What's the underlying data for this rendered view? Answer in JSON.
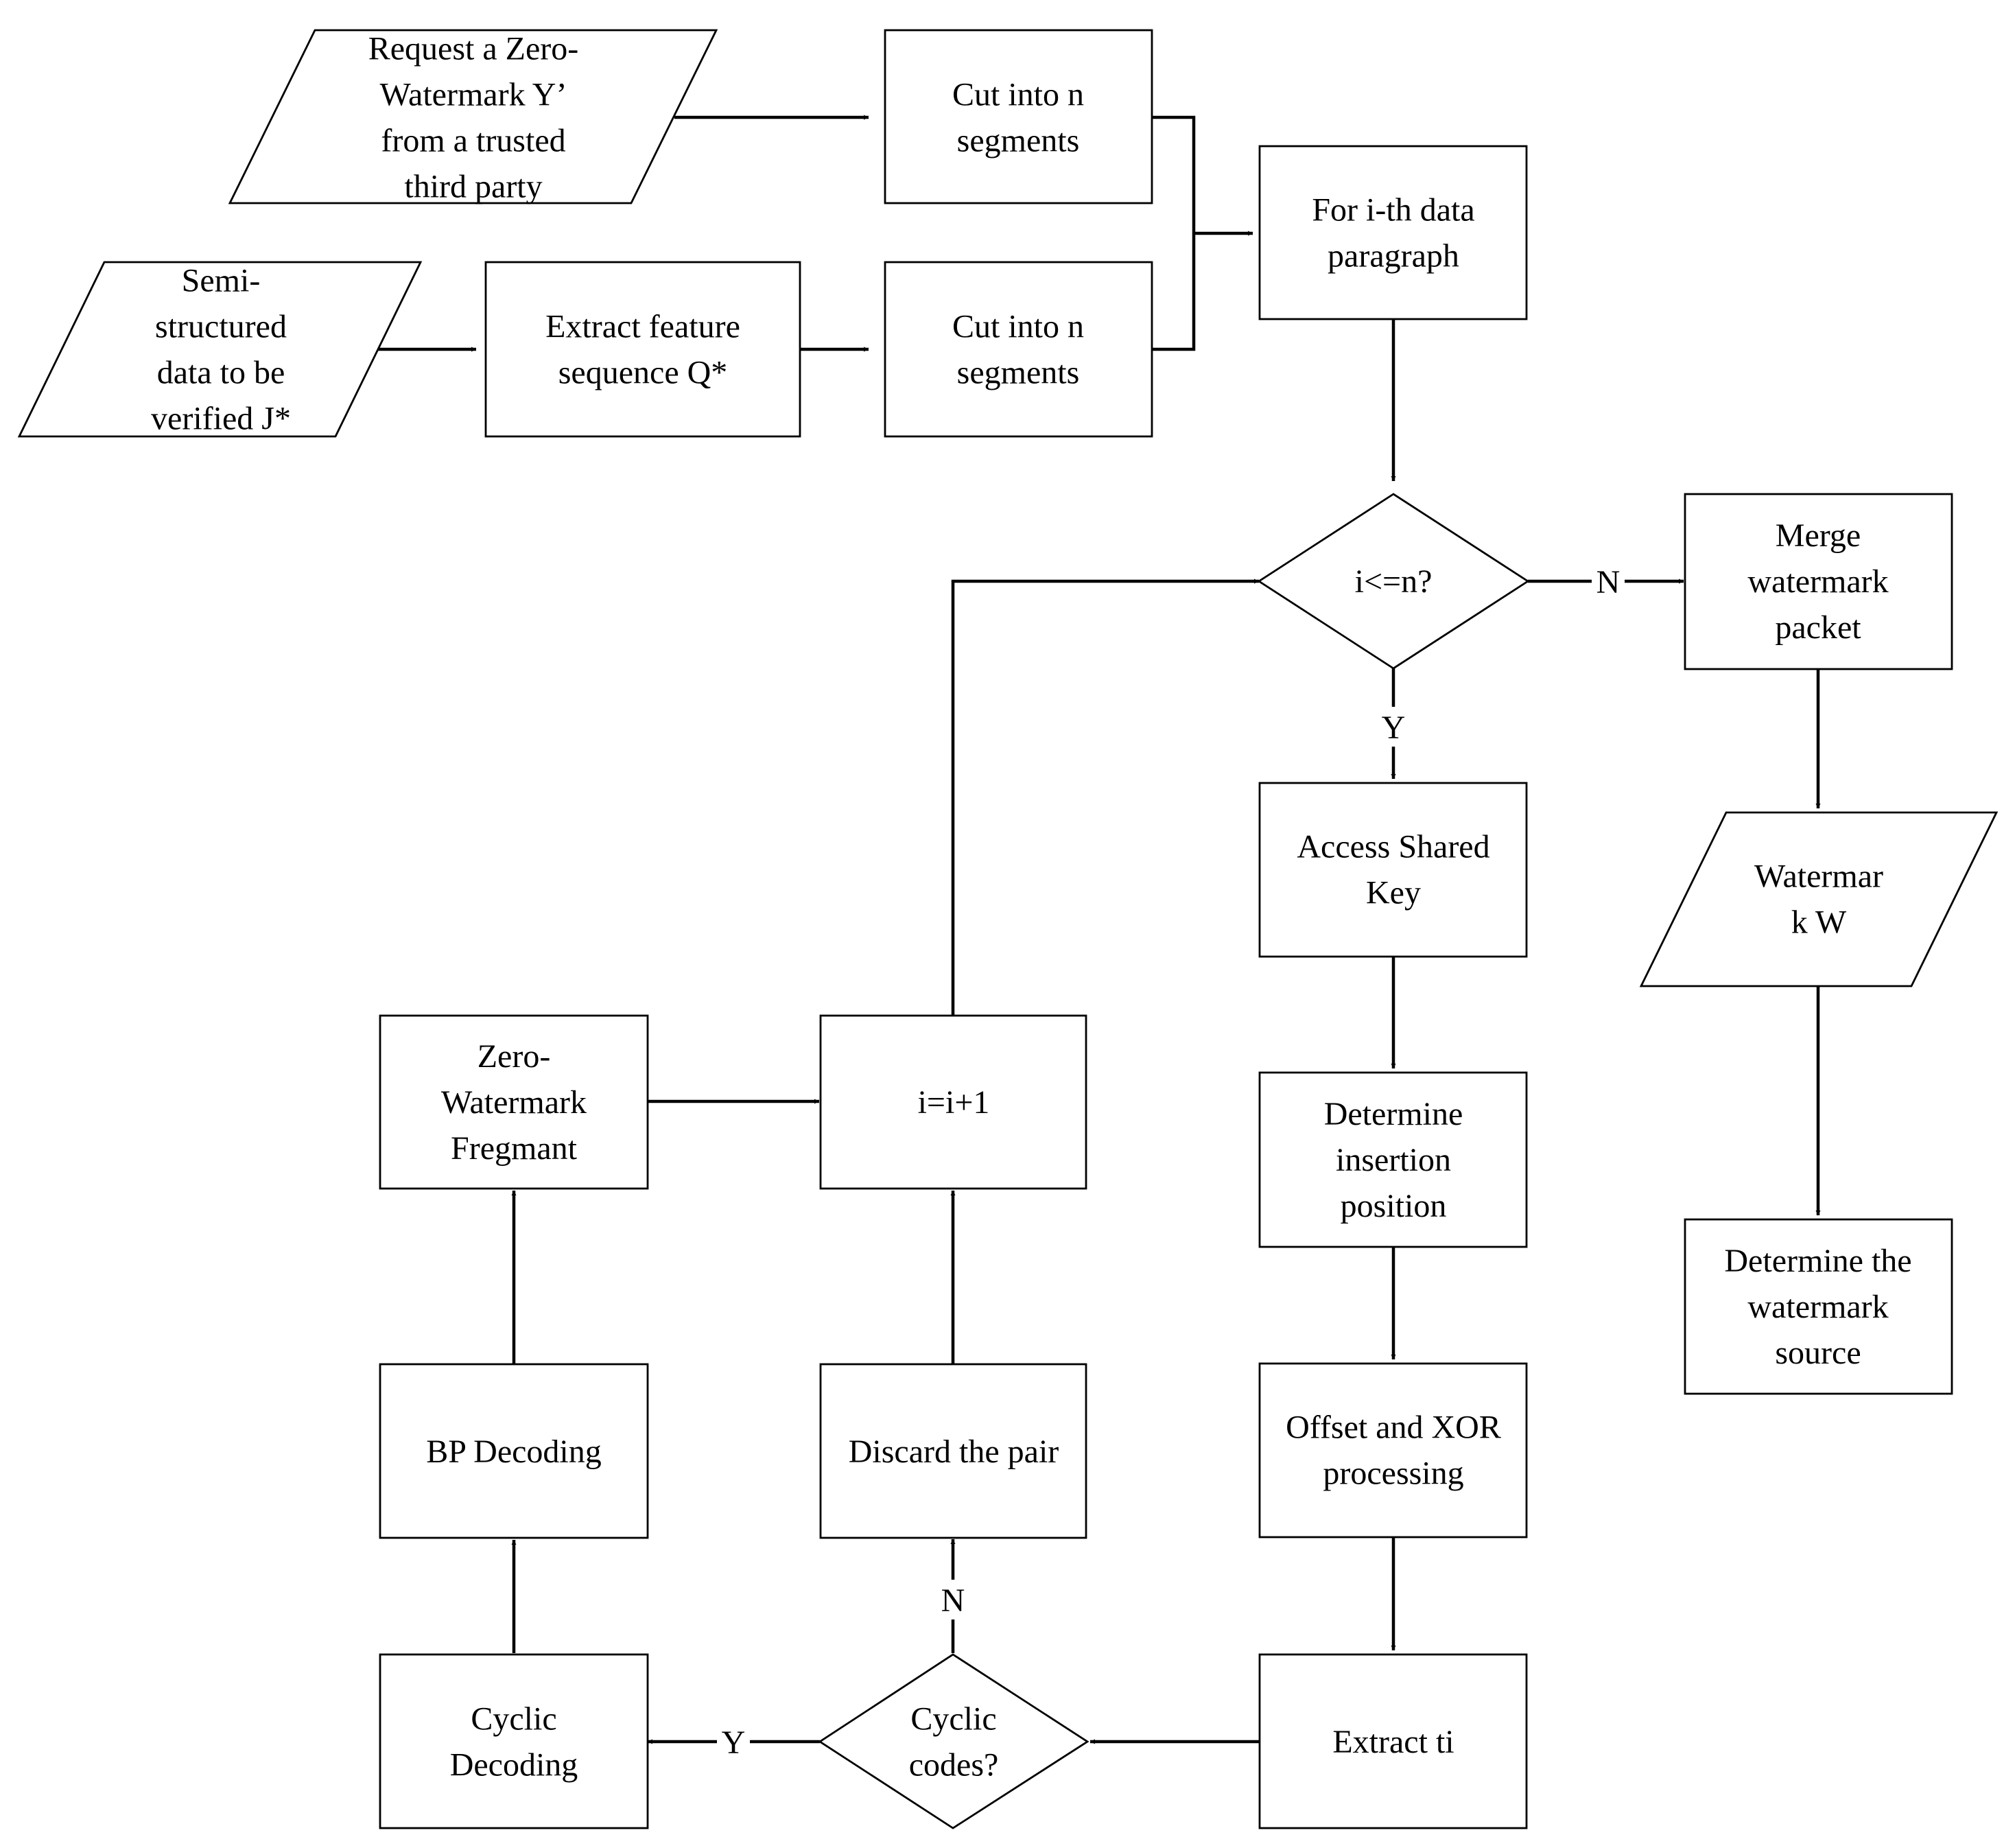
{
  "nodes": {
    "request_zero_watermark": {
      "lines": [
        "Request a Zero-",
        "Watermark Y’",
        "from a trusted",
        "third party"
      ]
    },
    "semi_structured_data": {
      "lines": [
        "Semi-",
        "structured",
        "data to be",
        "verified J*"
      ]
    },
    "extract_feature": {
      "lines": [
        "Extract feature",
        "sequence Q*"
      ]
    },
    "cut_top": {
      "lines": [
        "Cut into n",
        "segments"
      ]
    },
    "cut_bottom": {
      "lines": [
        "Cut into n",
        "segments"
      ]
    },
    "for_ith": {
      "lines": [
        "For i-th data",
        "paragraph"
      ]
    },
    "i_le_n": {
      "lines": [
        "i<=n?"
      ]
    },
    "merge_packet": {
      "lines": [
        "Merge",
        "watermark",
        "packet"
      ]
    },
    "watermark_w": {
      "lines": [
        "Watermar",
        "k W"
      ]
    },
    "determine_source": {
      "lines": [
        "Determine the",
        "watermark",
        "source"
      ]
    },
    "access_key": {
      "lines": [
        "Access Shared",
        "Key"
      ]
    },
    "insertion_position": {
      "lines": [
        "Determine",
        "insertion",
        "position"
      ]
    },
    "offset_xor": {
      "lines": [
        "Offset and XOR",
        "processing"
      ]
    },
    "extract_ti": {
      "lines": [
        "Extract ti"
      ]
    },
    "cyclic_codes": {
      "lines": [
        "Cyclic",
        "codes?"
      ]
    },
    "cyclic_decoding": {
      "lines": [
        "Cyclic",
        "Decoding"
      ]
    },
    "bp_decoding": {
      "lines": [
        "BP Decoding"
      ]
    },
    "zero_fragment": {
      "lines": [
        "Zero-",
        "Watermark",
        "Fregmant"
      ]
    },
    "i_increment": {
      "lines": [
        "i=i+1"
      ]
    },
    "discard_pair": {
      "lines": [
        "Discard the pair"
      ]
    }
  },
  "edge_labels": {
    "n_merge": "N",
    "y_access": "Y",
    "y_cyclic": "Y",
    "n_discard": "N"
  }
}
